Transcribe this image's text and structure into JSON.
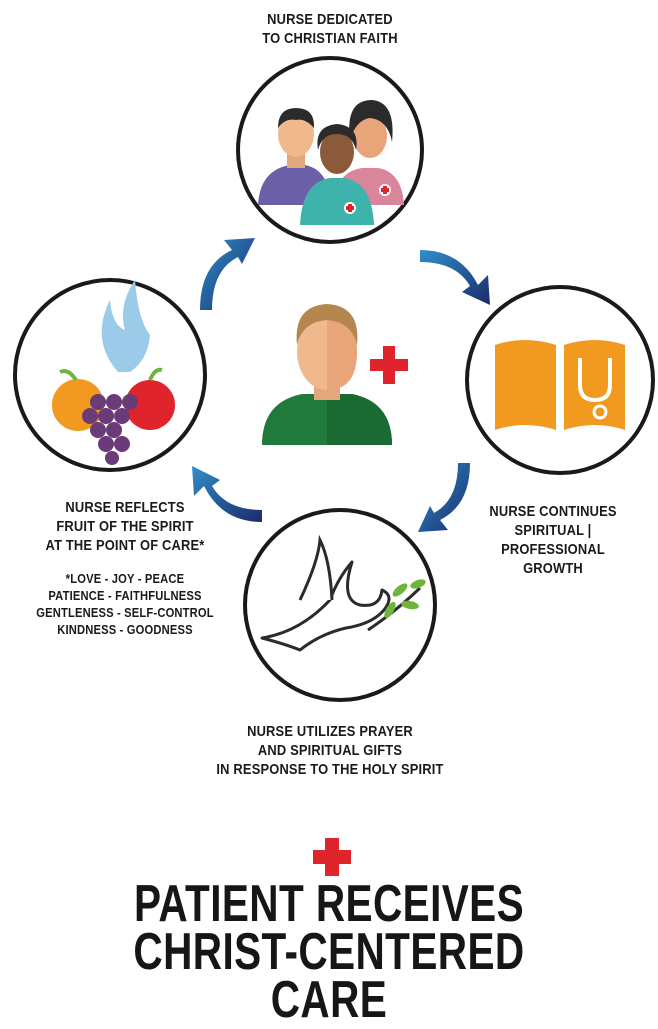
{
  "labels": {
    "top": [
      "NURSE DEDICATED",
      "TO CHRISTIAN FAITH"
    ],
    "right": [
      "NURSE CONTINUES",
      "SPIRITUAL | PROFESSIONAL",
      "GROWTH"
    ],
    "left": [
      "NURSE REFLECTS",
      "FRUIT OF THE SPIRIT",
      "AT THE POINT OF CARE*"
    ],
    "virtues": [
      "*LOVE - JOY - PEACE",
      "PATIENCE - FAITHFULNESS",
      "GENTLENESS - SELF-CONTROL",
      "KINDNESS - GOODNESS"
    ],
    "bottom": [
      "NURSE UTILIZES PRAYER",
      "AND SPIRITUAL GIFTS",
      "IN RESPONSE TO THE HOLY SPIRIT"
    ]
  },
  "title": [
    "PATIENT RECEIVES",
    "CHRIST-CENTERED CARE"
  ],
  "colors": {
    "ring": "#1a1a1a",
    "arrow_dark": "#1b2a6b",
    "arrow_light": "#2f8fc9",
    "cross": "#e0242b",
    "book": "#f29a1f",
    "nurse_shirt": "#1f7a3c"
  },
  "icons": [
    "nurses-group-icon",
    "book-stethoscope-icon",
    "dove-olive-branch-icon",
    "fruit-flame-icon",
    "nurse-with-cross-icon",
    "red-cross-icon"
  ]
}
